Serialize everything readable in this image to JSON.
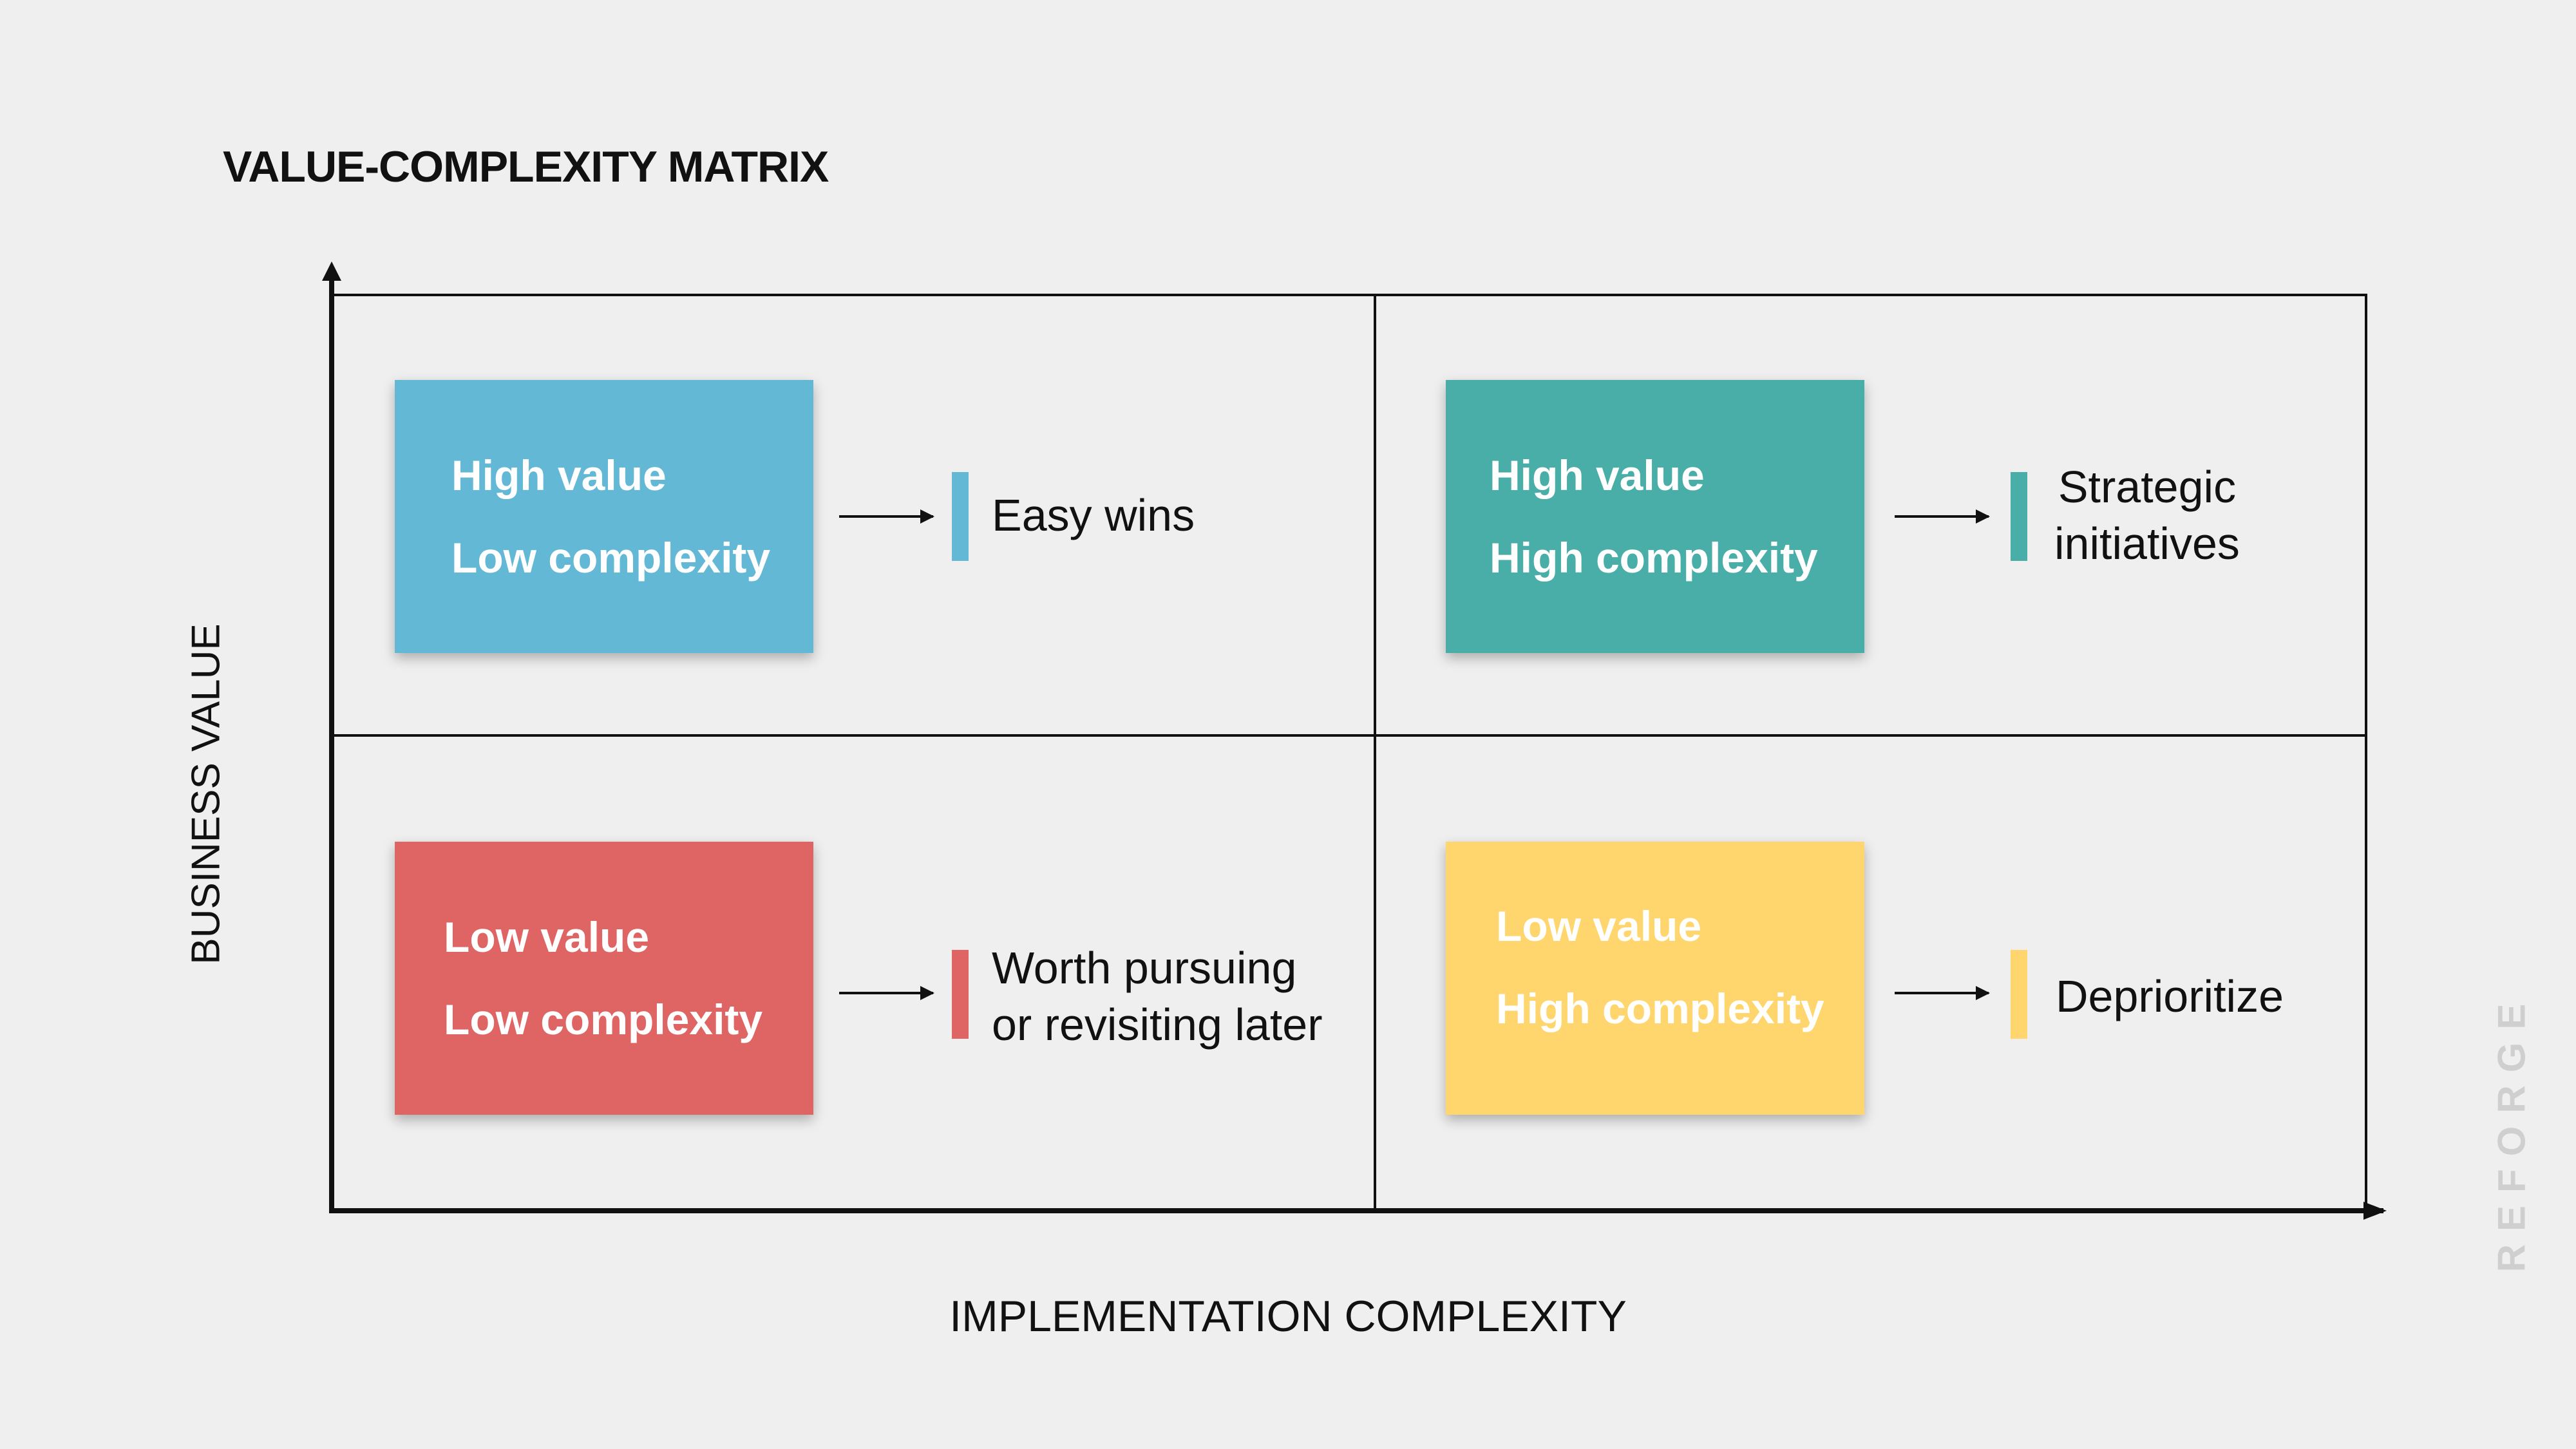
{
  "title": "VALUE-COMPLEXITY MATRIX",
  "axes": {
    "y_label": "BUSINESS VALUE",
    "x_label": "IMPLEMENTATION COMPLEXITY"
  },
  "brand": "REFORGE",
  "quadrants": [
    {
      "id": "top-left",
      "value_text": "High value",
      "complexity_text": "Low complexity",
      "outcome_line1": "Easy wins",
      "outcome_line2": "",
      "color": "#63b8d6"
    },
    {
      "id": "top-right",
      "value_text": "High value",
      "complexity_text": "High complexity",
      "outcome_line1": "Strategic",
      "outcome_line2": "initiatives",
      "color": "#4aaea8"
    },
    {
      "id": "bottom-left",
      "value_text": "Low value",
      "complexity_text": "Low complexity",
      "outcome_line1": "Worth pursuing",
      "outcome_line2": "or revisiting later",
      "color": "#df6464"
    },
    {
      "id": "bottom-right",
      "value_text": "Low value",
      "complexity_text": "High complexity",
      "outcome_line1": "Deprioritize",
      "outcome_line2": "",
      "color": "#ffd56e"
    }
  ]
}
